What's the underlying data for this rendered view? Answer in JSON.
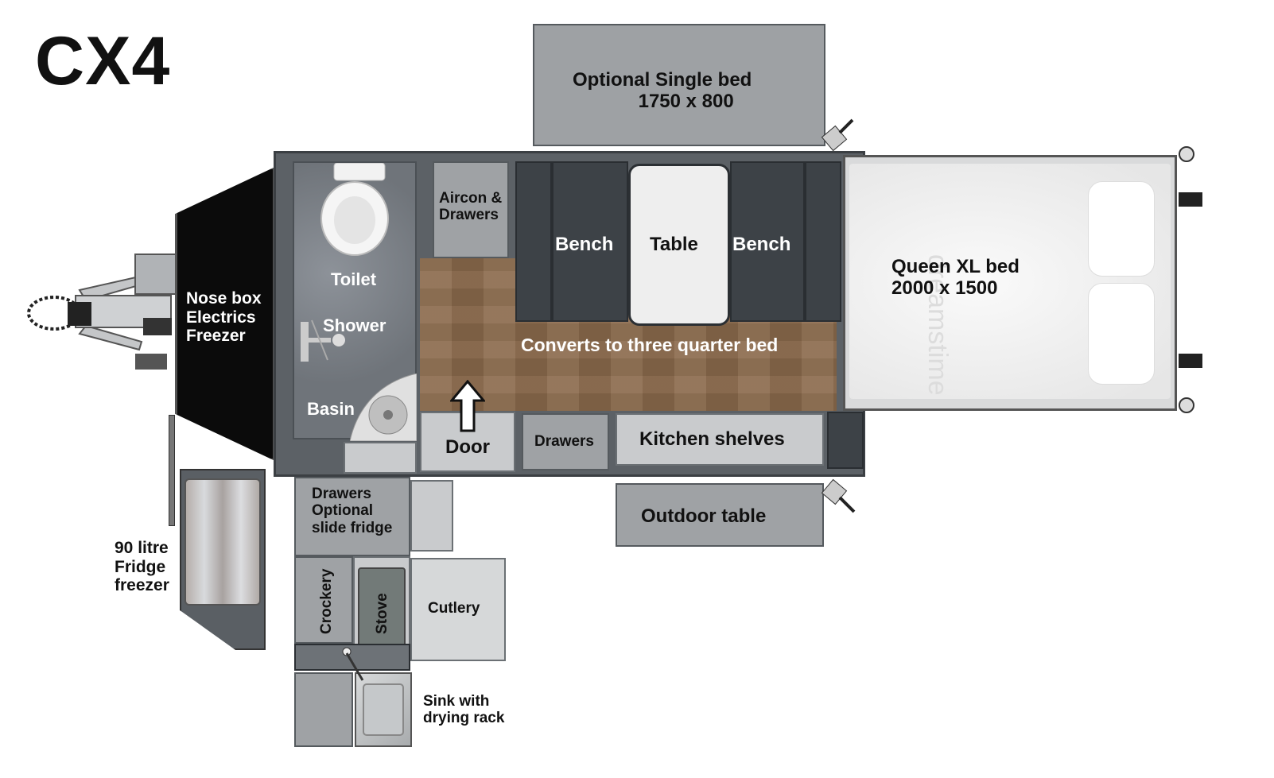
{
  "title": "CX4",
  "labels": {
    "optional_single_bed": [
      "Optional Single bed",
      "1750 x 800"
    ],
    "queen_bed": [
      "Queen XL bed",
      "2000 x 1500"
    ],
    "nose_box": [
      "Nose box",
      "Electrics",
      "Freezer"
    ],
    "toilet": "Toilet",
    "shower": "Shower",
    "basin": "Basin",
    "aircon": [
      "Aircon &",
      "Drawers"
    ],
    "bench_left": "Bench",
    "table": "Table",
    "bench_right": "Bench",
    "converts": "Converts to three quarter bed",
    "door": "Door",
    "drawers": "Drawers",
    "kitchen_shelves": "Kitchen shelves",
    "outdoor_table": "Outdoor table",
    "drawers_fridge": [
      "Drawers",
      "Optional",
      "slide fridge"
    ],
    "crockery": "Crockery",
    "stove": "Stove",
    "cutlery": "Cutlery",
    "sink": [
      "Sink with",
      "drying rack"
    ],
    "fridge": [
      "90 litre",
      "Fridge",
      "freezer"
    ]
  },
  "watermark": "dreamstime",
  "colors": {
    "floor": "#8b6a4c",
    "bench": "#3f4449",
    "panel": "#9fa2a5",
    "dark": "#1a1a1a"
  }
}
